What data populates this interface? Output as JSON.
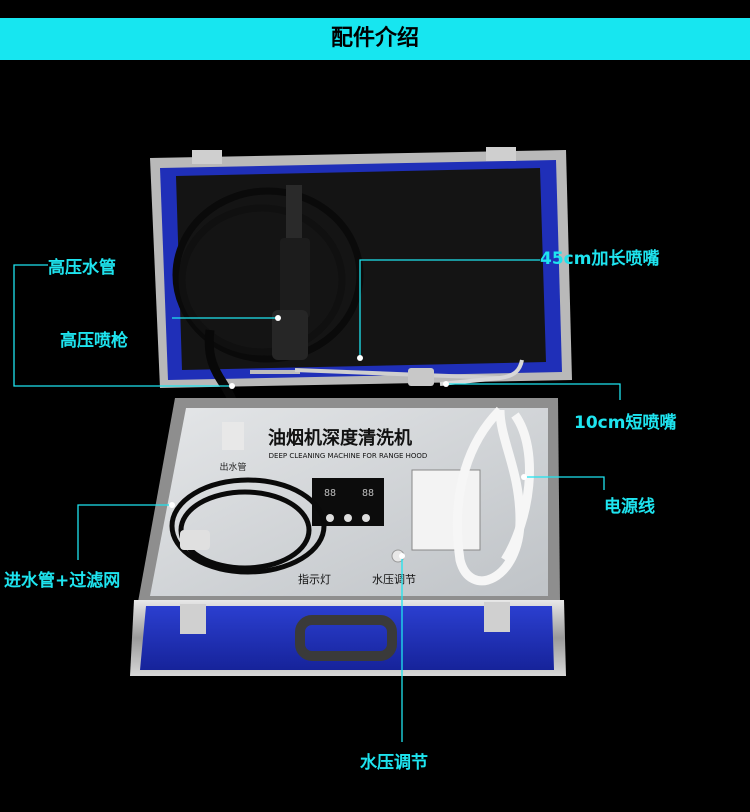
{
  "banner": {
    "title": "配件介绍"
  },
  "device": {
    "panel_title": "油烟机深度清洗机",
    "panel_subtitle": "DEEP CLEANING MACHINE FOR RANGE HOOD",
    "outlet_label": "出水管",
    "indicator_label": "指示灯",
    "pressure_knob_label": "水压调节",
    "display_readout_left": "88",
    "display_readout_right": "88"
  },
  "callouts": {
    "high_pressure_hose": "高压水管",
    "high_pressure_gun": "高压喷枪",
    "long_nozzle_45cm": "45cm加长喷嘴",
    "short_nozzle_10cm": "10cm短喷嘴",
    "power_cord": "电源线",
    "inlet_hose_filter": "进水管+过滤网",
    "pressure_adjust": "水压调节"
  },
  "colors": {
    "accent": "#17e6f0",
    "case_blue": "#1f2fb8",
    "background": "#000000"
  }
}
